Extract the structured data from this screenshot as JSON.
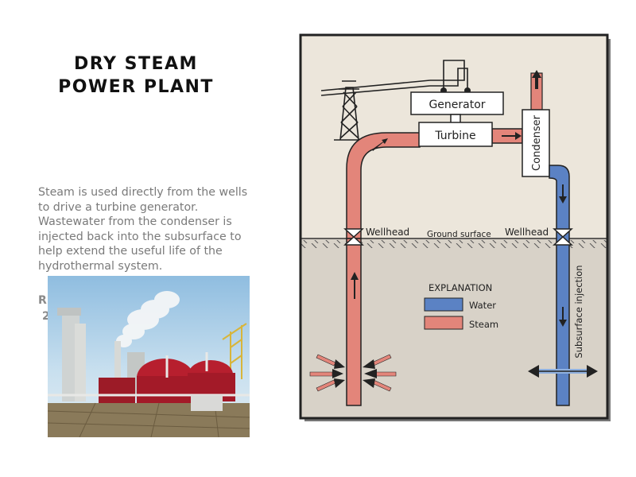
{
  "slide": {
    "title_line1": "DRY STEAM",
    "title_line2": "POWER PLANT",
    "description_lines": [
      "Steam is used directly from the wells",
      "to drive a turbine generator.",
      "Wastewater from the condenser is",
      "injected back into the subsurface to",
      "help extend the useful life of the",
      "hydrothermal system."
    ],
    "partial_text_1": "R",
    "partial_text_2": "2"
  },
  "diagram": {
    "labels": {
      "generator": "Generator",
      "turbine": "Turbine",
      "condenser": "Condenser",
      "wellhead_left": "Wellhead",
      "ground_surface": "Ground surface",
      "wellhead_right": "Wellhead",
      "subsurface_injection": "Subsurface injection"
    },
    "legend": {
      "title": "EXPLANATION",
      "items": [
        {
          "label": "Water",
          "color": "#5b82c4"
        },
        {
          "label": "Steam",
          "color": "#e3857a"
        }
      ]
    },
    "colors": {
      "background_above": "#ece6db",
      "background_below": "#d8d2c8",
      "steam": "#e3857a",
      "water": "#5b82c4",
      "frame": "#222222"
    }
  },
  "photo": {
    "icon": "geothermal-plant-photo"
  }
}
